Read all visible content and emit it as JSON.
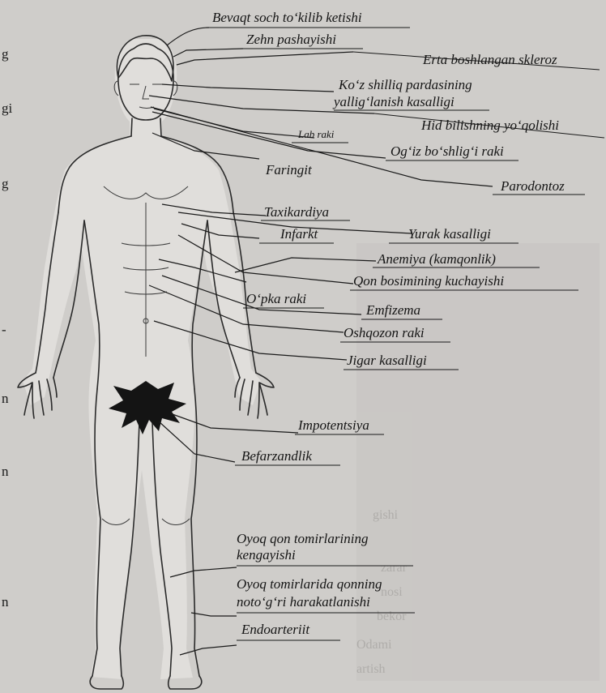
{
  "left_margin_letters": [
    "g",
    "gi",
    "g",
    "-",
    "n",
    "n",
    "n"
  ],
  "labels": [
    {
      "id": "premature-hair-loss",
      "text": "Bevaqt soch to‘kilib ketishi"
    },
    {
      "id": "mental-decline",
      "text": "Zehn pashayishi"
    },
    {
      "id": "early-sclerosis",
      "text": "Erta boshlangan skleroz"
    },
    {
      "id": "conjunctivitis-1",
      "text": "Ko‘z shilliq pardasining"
    },
    {
      "id": "conjunctivitis-2",
      "text": "yallig‘lanish kasalligi"
    },
    {
      "id": "loss-of-smell",
      "text": "Hid bilishning yo‘qolishi"
    },
    {
      "id": "lip-cancer",
      "text": "Lab raki"
    },
    {
      "id": "oral-cancer",
      "text": "Og‘iz bo‘shlig‘i raki"
    },
    {
      "id": "pharyngitis",
      "text": "Faringit"
    },
    {
      "id": "periodontosis",
      "text": "Parodontoz"
    },
    {
      "id": "tachycardia",
      "text": "Taxikardiya"
    },
    {
      "id": "heart-attack",
      "text": "Infarkt"
    },
    {
      "id": "heart-disease",
      "text": "Yurak kasalligi"
    },
    {
      "id": "anemia",
      "text": "Anemiya (kamqonlik)"
    },
    {
      "id": "hypertension",
      "text": "Qon bosimining kuchayishi"
    },
    {
      "id": "lung-cancer",
      "text": "O‘pka raki"
    },
    {
      "id": "emphysema",
      "text": "Emfizema"
    },
    {
      "id": "stomach-cancer",
      "text": "Oshqozon raki"
    },
    {
      "id": "liver-disease",
      "text": "Jigar kasalligi"
    },
    {
      "id": "impotence",
      "text": "Impotentsiya"
    },
    {
      "id": "infertility",
      "text": "Befarzandlik"
    },
    {
      "id": "varicose-1",
      "text": "Oyoq qon tomirlarining"
    },
    {
      "id": "varicose-2",
      "text": "kengayishi"
    },
    {
      "id": "circulation-1",
      "text": "Oyoq tomirlarida qonning"
    },
    {
      "id": "circulation-2",
      "text": "noto‘g‘ri harakatlanishi"
    },
    {
      "id": "endarteritis",
      "text": "Endoarteriit"
    }
  ]
}
